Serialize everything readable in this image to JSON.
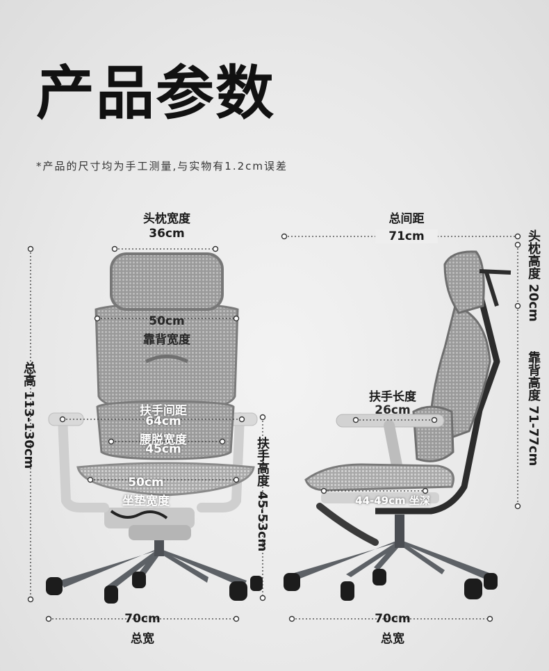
{
  "page": {
    "title": "产品参数",
    "note": "*产品的尺寸均为手工测量,与实物有1.2cm误差"
  },
  "front_view": {
    "headrest_width": {
      "label": "头枕宽度",
      "value": "36cm"
    },
    "backrest_width": {
      "value": "50cm",
      "label": "靠背宽度"
    },
    "armrest_spacing": {
      "label": "扶手间距",
      "value": "64cm"
    },
    "lumbar_width": {
      "label": "腰脱宽度",
      "value": "45cm"
    },
    "seat_width": {
      "value": "50cm",
      "label": "坐垫宽度"
    },
    "total_height": {
      "text": "总高 113-130cm"
    },
    "armrest_height": {
      "text": "扶手高度 45-53cm"
    },
    "total_width": {
      "value": "70cm",
      "label": "总宽"
    }
  },
  "side_view": {
    "total_depth": {
      "label": "总间距",
      "value": "71cm"
    },
    "headrest_height": {
      "text": "头枕高度 20cm"
    },
    "backrest_height": {
      "text": "靠背高度 71-77cm"
    },
    "armrest_length": {
      "label": "扶手长度",
      "value": "26cm"
    },
    "seat_depth": {
      "text": "44-49cm 坐深"
    },
    "total_width": {
      "value": "70cm",
      "label": "总宽"
    }
  },
  "colors": {
    "mesh": "#8f8f8f",
    "frame": "#d4d4d4",
    "dark_frame": "#2c2c2c",
    "base": "#5d6166",
    "wheel": "#1c1c1c"
  }
}
